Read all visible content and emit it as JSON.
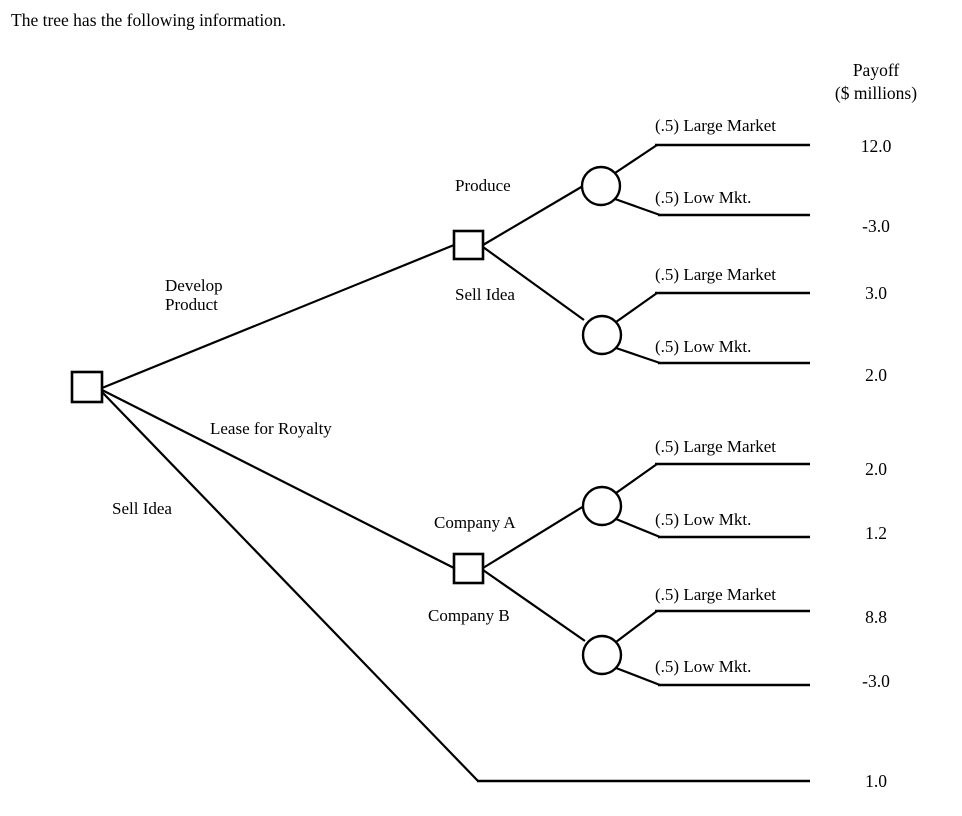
{
  "intro": {
    "text": "The tree has the following information."
  },
  "header": {
    "line1": "Payoff",
    "line2": "($ millions)"
  },
  "tree": {
    "root_branches": [
      {
        "label_line1": "Develop",
        "label_line2": "Product"
      },
      {
        "label_line1": "Lease for Royalty",
        "label_line2": ""
      },
      {
        "label_line1": "Sell Idea",
        "label_line2": ""
      }
    ],
    "decision_upper": {
      "branch_a": "Produce",
      "branch_b": "Sell Idea"
    },
    "decision_lower": {
      "branch_a": "Company A",
      "branch_b": "Company B"
    },
    "outcomes": [
      {
        "label": "(.5) Large Market",
        "payoff": "12.0"
      },
      {
        "label": "(.5) Low Mkt.",
        "payoff": "-3.0"
      },
      {
        "label": "(.5) Large Market",
        "payoff": "3.0"
      },
      {
        "label": "(.5) Low Mkt.",
        "payoff": "2.0"
      },
      {
        "label": "(.5) Large Market",
        "payoff": "2.0"
      },
      {
        "label": "(.5) Low Mkt.",
        "payoff": "1.2"
      },
      {
        "label": "(.5) Large Market",
        "payoff": "8.8"
      },
      {
        "label": "(.5) Low Mkt.",
        "payoff": "-3.0"
      }
    ],
    "terminal_sell_idea_payoff": "1.0"
  },
  "colors": {
    "stroke": "#000000",
    "background": "#ffffff",
    "text": "#000000"
  }
}
